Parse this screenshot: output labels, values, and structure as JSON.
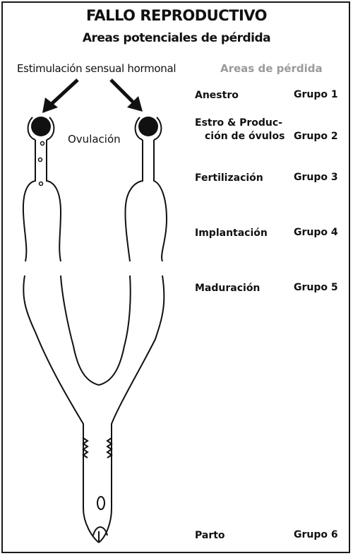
{
  "title": "FALLO REPRODUCTIVO",
  "subtitle": "Areas potenciales de pérdida",
  "diagram": {
    "stimulus_label": "Estimulación sensual hormonal",
    "ovulation_label": "Ovulación"
  },
  "areas_heading": "Areas de pérdida",
  "areas": [
    {
      "stage": "Anestro",
      "group": "Grupo 1"
    },
    {
      "stage_line1": "Estro & Produc-",
      "stage_line2": "ción de óvulos",
      "group": "Grupo 2"
    },
    {
      "stage": "Fertilización",
      "group": "Grupo 3"
    },
    {
      "stage": "Implantación",
      "group": "Grupo 4"
    },
    {
      "stage": "Maduración",
      "group": "Grupo 5"
    },
    {
      "stage": "Parto",
      "group": "Grupo 6"
    }
  ]
}
